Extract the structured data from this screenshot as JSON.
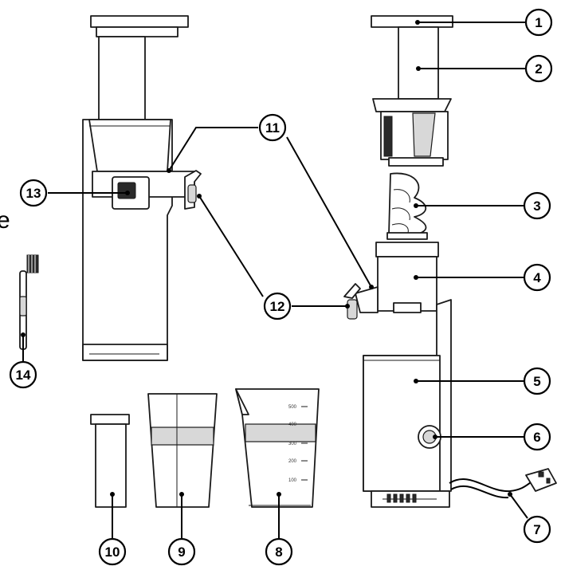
{
  "callouts": {
    "c1": "1",
    "c2": "2",
    "c3": "3",
    "c4": "4",
    "c5": "5",
    "c6": "6",
    "c7": "7",
    "c8": "8",
    "c9": "9",
    "c10": "10",
    "c11": "11",
    "c12": "12",
    "c13": "13",
    "c14": "14"
  },
  "measuring_jug_scale": [
    "500",
    "400",
    "300",
    "200",
    "100"
  ],
  "edge_glyph": "e"
}
